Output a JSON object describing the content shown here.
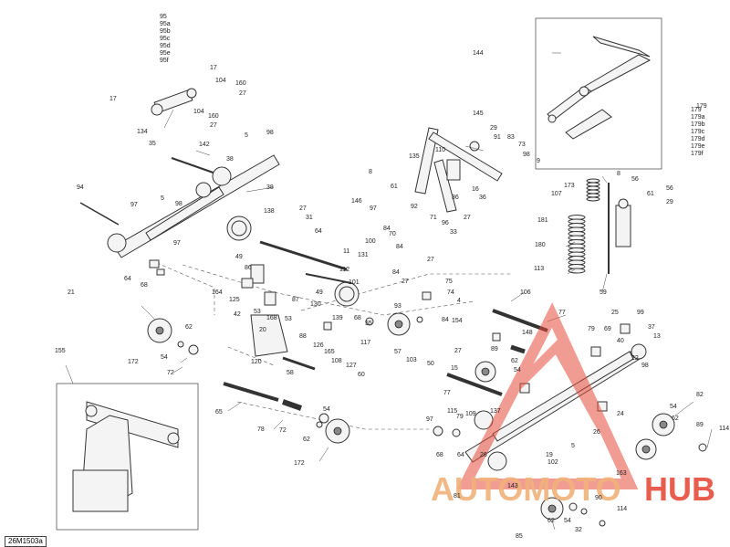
{
  "diagram_code": "26M1503a",
  "watermark": {
    "part1": "AUTOMOTO",
    "part2": "HUB",
    "color1": "#f0b27a",
    "color2": "#e74c3c"
  },
  "stack_labels": {
    "s95": [
      "95",
      "95a",
      "95b",
      "95c",
      "95d",
      "95e",
      "95f"
    ],
    "s179": [
      "179",
      "179a",
      "179b",
      "179c",
      "179d",
      "179e",
      "179f"
    ]
  },
  "callouts": {
    "c144": "144",
    "c155": "155",
    "c17a": "17",
    "c17b": "17",
    "c104a": "104",
    "c104b": "104",
    "c160a": "160",
    "c160b": "160",
    "c27a": "27",
    "c27b": "27",
    "c134": "134",
    "c35": "35",
    "c142": "142",
    "c5a": "5",
    "c98a": "98",
    "c38a": "38",
    "c38b": "38",
    "c94": "94",
    "c97a": "97",
    "c5b": "5",
    "c98b": "98",
    "c21": "21",
    "c64a": "64",
    "c68a": "68",
    "c97b": "97",
    "c145": "145",
    "c29a": "29",
    "c91": "91",
    "c83": "83",
    "c73": "73",
    "c98c": "98",
    "c9": "9",
    "c110": "110",
    "c135": "135",
    "c8a": "8",
    "c61a": "61",
    "c16": "16",
    "c36a": "36",
    "c36b": "36",
    "c96": "96",
    "c33": "33",
    "c92": "92",
    "c71": "71",
    "c97c": "97",
    "c84a": "84",
    "c27c": "27",
    "c146": "146",
    "c179c": "179",
    "c173": "173",
    "c107": "107",
    "c181": "181",
    "c180": "180",
    "c113": "113",
    "c59": "59",
    "c8b": "8",
    "c56a": "56",
    "c56b": "56",
    "c61b": "61",
    "c29b": "29",
    "c138": "138",
    "c27d": "27",
    "c31": "31",
    "c64b": "64",
    "c49a": "49",
    "c86": "86",
    "c164": "164",
    "c125": "125",
    "c87": "87",
    "c130": "130",
    "c139": "139",
    "c53a": "53",
    "c168": "168",
    "c53b": "53",
    "c20": "20",
    "c42": "42",
    "c120": "120",
    "c58": "58",
    "c88": "88",
    "c126": "126",
    "c165": "165",
    "c108": "108",
    "c127": "127",
    "c60": "60",
    "c117": "117",
    "c112": "112",
    "c101": "101",
    "c84b": "84",
    "c27e": "27",
    "c100": "100",
    "c11": "11",
    "c131": "131",
    "c70": "70",
    "c84c": "84",
    "c27f": "27",
    "c49b": "49",
    "c62a": "62",
    "c54a": "54",
    "c172a": "172",
    "c72a": "72",
    "c65": "65",
    "c78": "78",
    "c72b": "72",
    "c54b": "54",
    "c62b": "62",
    "c172b": "172",
    "c75": "75",
    "c74": "74",
    "c4": "4",
    "c106": "106",
    "c77a": "77",
    "c93": "93",
    "c55": "55",
    "c68b": "68",
    "c57": "57",
    "c103": "103",
    "c50": "50",
    "c84d": "84",
    "c154": "154",
    "c27g": "27",
    "c15": "15",
    "c148": "148",
    "c89a": "89",
    "c62c": "62",
    "c54c": "54",
    "c77b": "77",
    "c115": "115",
    "c109": "109",
    "c137": "137",
    "c97d": "97",
    "c68c": "68",
    "c64c": "64",
    "c26a": "26",
    "c25": "25",
    "c99": "99",
    "c37": "37",
    "c13": "13",
    "c22": "22",
    "c98d": "98",
    "c5c": "5",
    "c19": "19",
    "c82": "82",
    "c54d": "54",
    "c62d": "62",
    "c89b": "89",
    "c114a": "114",
    "c102": "102",
    "c143": "143",
    "c163": "163",
    "c81": "81",
    "c90": "90",
    "c114b": "114",
    "c62e": "62",
    "c54e": "54",
    "c32": "32",
    "c85": "85",
    "c79a": "79",
    "c69": "69",
    "c40": "40",
    "c24": "24",
    "c26b": "26",
    "c79b": "79"
  }
}
